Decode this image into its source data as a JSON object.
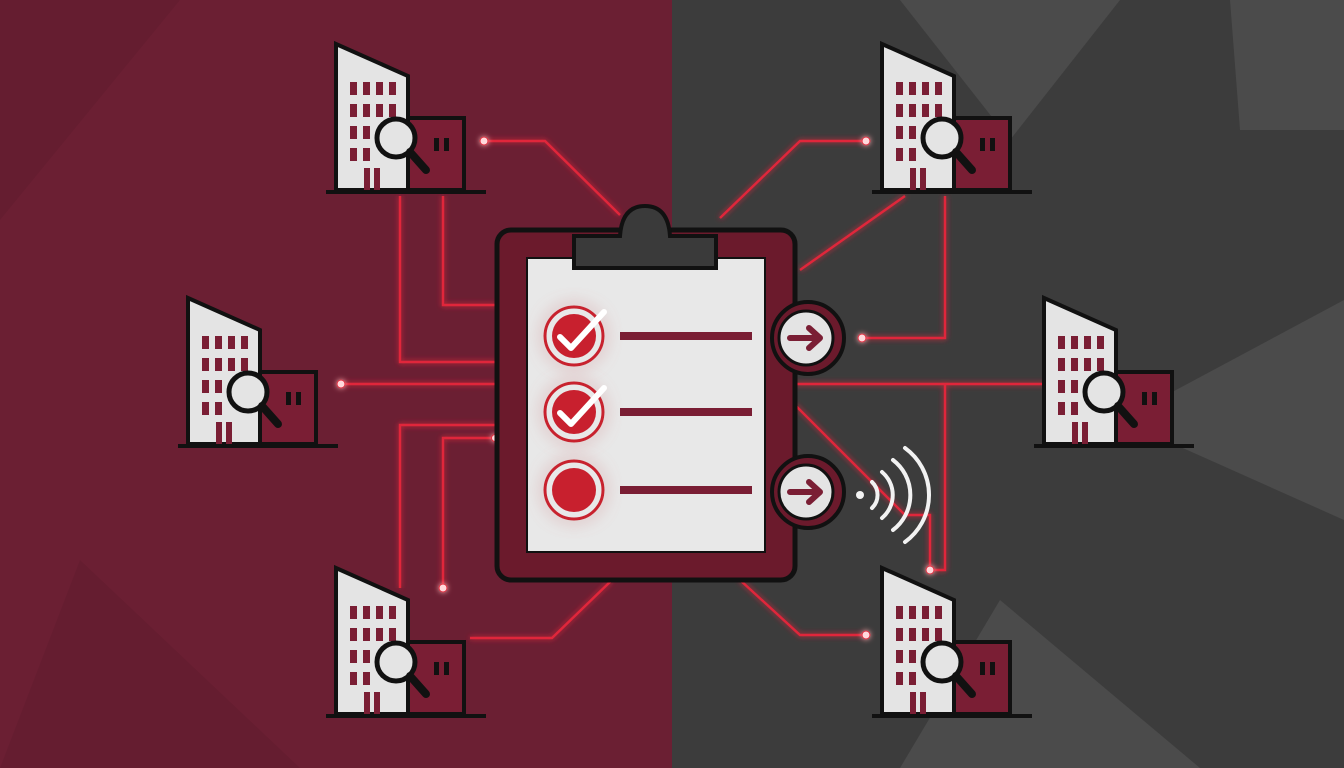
{
  "colors": {
    "left_background": "#6b1f33",
    "right_background": "#3c3c3c",
    "connector": "#e0283a",
    "connector_node": "#ffd9dc",
    "building_fill": "#e4e4e4",
    "building_outline": "#111111",
    "annex_fill": "#7a1e34",
    "clipboard_frame": "#6b1a2c",
    "clipboard_paper": "#e8e8e8",
    "clip": "#3a3a3a",
    "check_fill": "#c8202e",
    "check_mark": "#ffffff",
    "list_line": "#7a1e34",
    "arrow_tab_fill": "#e4e4e4",
    "signal": "#f2f2f2"
  },
  "diagram": {
    "center": {
      "kind": "clipboard-checklist",
      "items": [
        {
          "state": "checked"
        },
        {
          "state": "checked"
        },
        {
          "state": "pending"
        }
      ],
      "side_tabs": [
        {
          "icon": "arrow-right-icon"
        },
        {
          "icon": "arrow-right-icon"
        }
      ],
      "signal_icon": "wireless-signal-icon"
    },
    "nodes": [
      {
        "id": "building-top-left",
        "icon": "building-search-icon"
      },
      {
        "id": "building-middle-left",
        "icon": "building-search-icon"
      },
      {
        "id": "building-bottom-left",
        "icon": "building-search-icon"
      },
      {
        "id": "building-top-right",
        "icon": "building-search-icon"
      },
      {
        "id": "building-middle-right",
        "icon": "building-search-icon"
      },
      {
        "id": "building-bottom-right",
        "icon": "building-search-icon"
      }
    ]
  }
}
